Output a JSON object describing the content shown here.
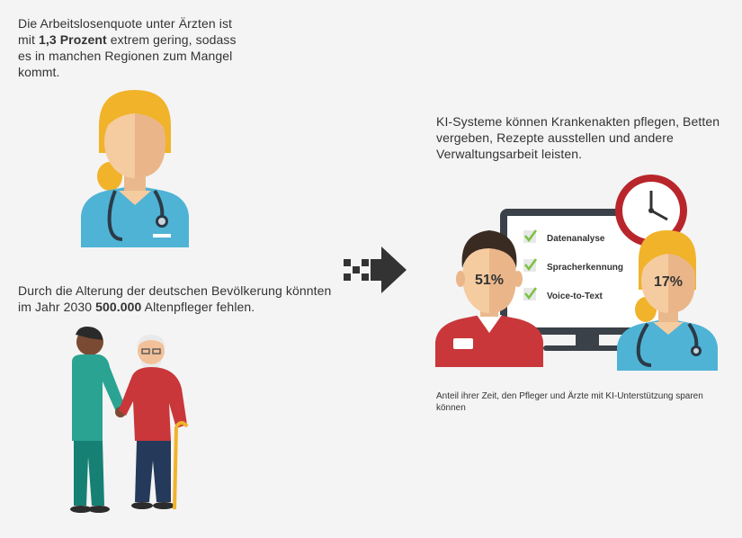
{
  "doctor_note": {
    "prefix": "Die Arbeitslosenquote unter Ärzten ist mit ",
    "highlight": "1,3 Prozent",
    "suffix": " extrem gering, sodass es in manchen Regionen zum Mangel kommt."
  },
  "caregiver_note": {
    "prefix": "Durch die Alterung der deutschen Bevölkerung könnten im Jahr 2030 ",
    "highlight": "500.000",
    "suffix": " Altenpfleger fehlen."
  },
  "ai_note": "KI-Systeme können Krankenakten pflegen, Betten vergeben, Rezepte ausstellen und andere Verwaltungsarbeit leisten.",
  "checklist": [
    "Datenanalyse",
    "Spracherkennung",
    "Voice-to-Text"
  ],
  "caregiver_share": "51%",
  "doctor_share": "17%",
  "caption": "Anteil ihrer Zeit, den Pfleger und Ärzte mit KI-Unterstützung sparen können",
  "colors": {
    "teal": "#4fb3d5",
    "hair": "#f0b32a",
    "skin": "#f5cba0",
    "red": "#c9373a",
    "clock_red": "#b8262c",
    "arrow": "#333333",
    "check_green": "#7cc242"
  }
}
